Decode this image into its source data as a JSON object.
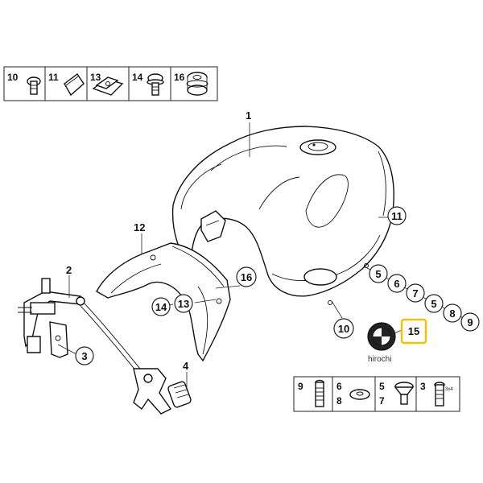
{
  "top_legend": {
    "items": [
      {
        "number": "10",
        "icon": "button-head-bolt-icon"
      },
      {
        "number": "11",
        "icon": "rubber-pad-icon"
      },
      {
        "number": "13",
        "icon": "spring-clip-nut-icon"
      },
      {
        "number": "14",
        "icon": "flange-screw-icon"
      },
      {
        "number": "16",
        "icon": "rubber-grommet-icon"
      }
    ]
  },
  "bottom_legend": {
    "items": [
      {
        "numbers": [
          "9"
        ],
        "icon": "hex-bolt-icon"
      },
      {
        "numbers": [
          "6",
          "8"
        ],
        "icon": "washer-icon"
      },
      {
        "numbers": [
          "5",
          "7"
        ],
        "icon": "countersunk-screw-icon"
      },
      {
        "numbers": [
          "3"
        ],
        "icon": "torx-screw-icon",
        "tag": "3x4"
      }
    ]
  },
  "callouts": {
    "c1": "1",
    "c2": "2",
    "c3": "3",
    "c4": "4",
    "c5a": "5",
    "c6": "6",
    "c7": "7",
    "c5b": "5",
    "c8": "8",
    "c9": "9",
    "c10": "10",
    "c11": "11",
    "c12": "12",
    "c13": "13",
    "c14": "14",
    "c15": "15",
    "c16": "16"
  },
  "highlight_color": "#f2c200",
  "watermark": "hirochi"
}
